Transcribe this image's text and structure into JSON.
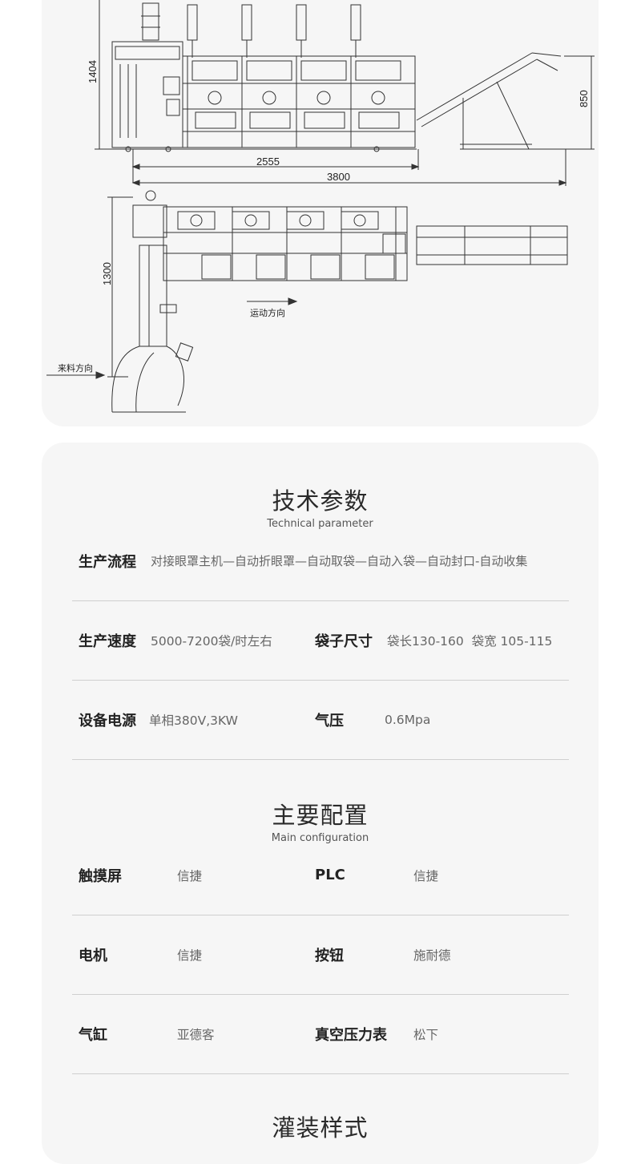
{
  "drawing": {
    "dimensions": {
      "height_side": "1404",
      "height_conveyor": "850",
      "length_machine": "2555",
      "length_total": "3800",
      "width_top": "1300"
    },
    "notes": {
      "motion_direction": "运动方向",
      "feed_direction": "来料方向"
    }
  },
  "tech": {
    "title": "技术参数",
    "subtitle": "Technical parameter",
    "rows": [
      {
        "label": "生产流程",
        "value": "对接眼罩主机—自动折眼罩—自动取袋—自动入袋—自动封口-自动收集"
      },
      {
        "label": "生产速度",
        "value": "5000-7200袋/时左右",
        "label2": "袋子尺寸",
        "value2": "袋长130-160  袋宽 105-115"
      },
      {
        "label": "设备电源",
        "value": "单相380V,3KW",
        "label2": "气压",
        "value2": "0.6Mpa"
      }
    ]
  },
  "config": {
    "title": "主要配置",
    "subtitle": "Main configuration",
    "rows": [
      {
        "label": "触摸屏",
        "value": "信捷",
        "label2": "PLC",
        "value2": "信捷"
      },
      {
        "label": "电机",
        "value": "信捷",
        "label2": "按钮",
        "value2": "施耐德"
      },
      {
        "label": "气缸",
        "value": "亚德客",
        "label2": "真空压力表",
        "value2": "松下"
      }
    ]
  },
  "next_section": {
    "title": "灌装样式"
  }
}
